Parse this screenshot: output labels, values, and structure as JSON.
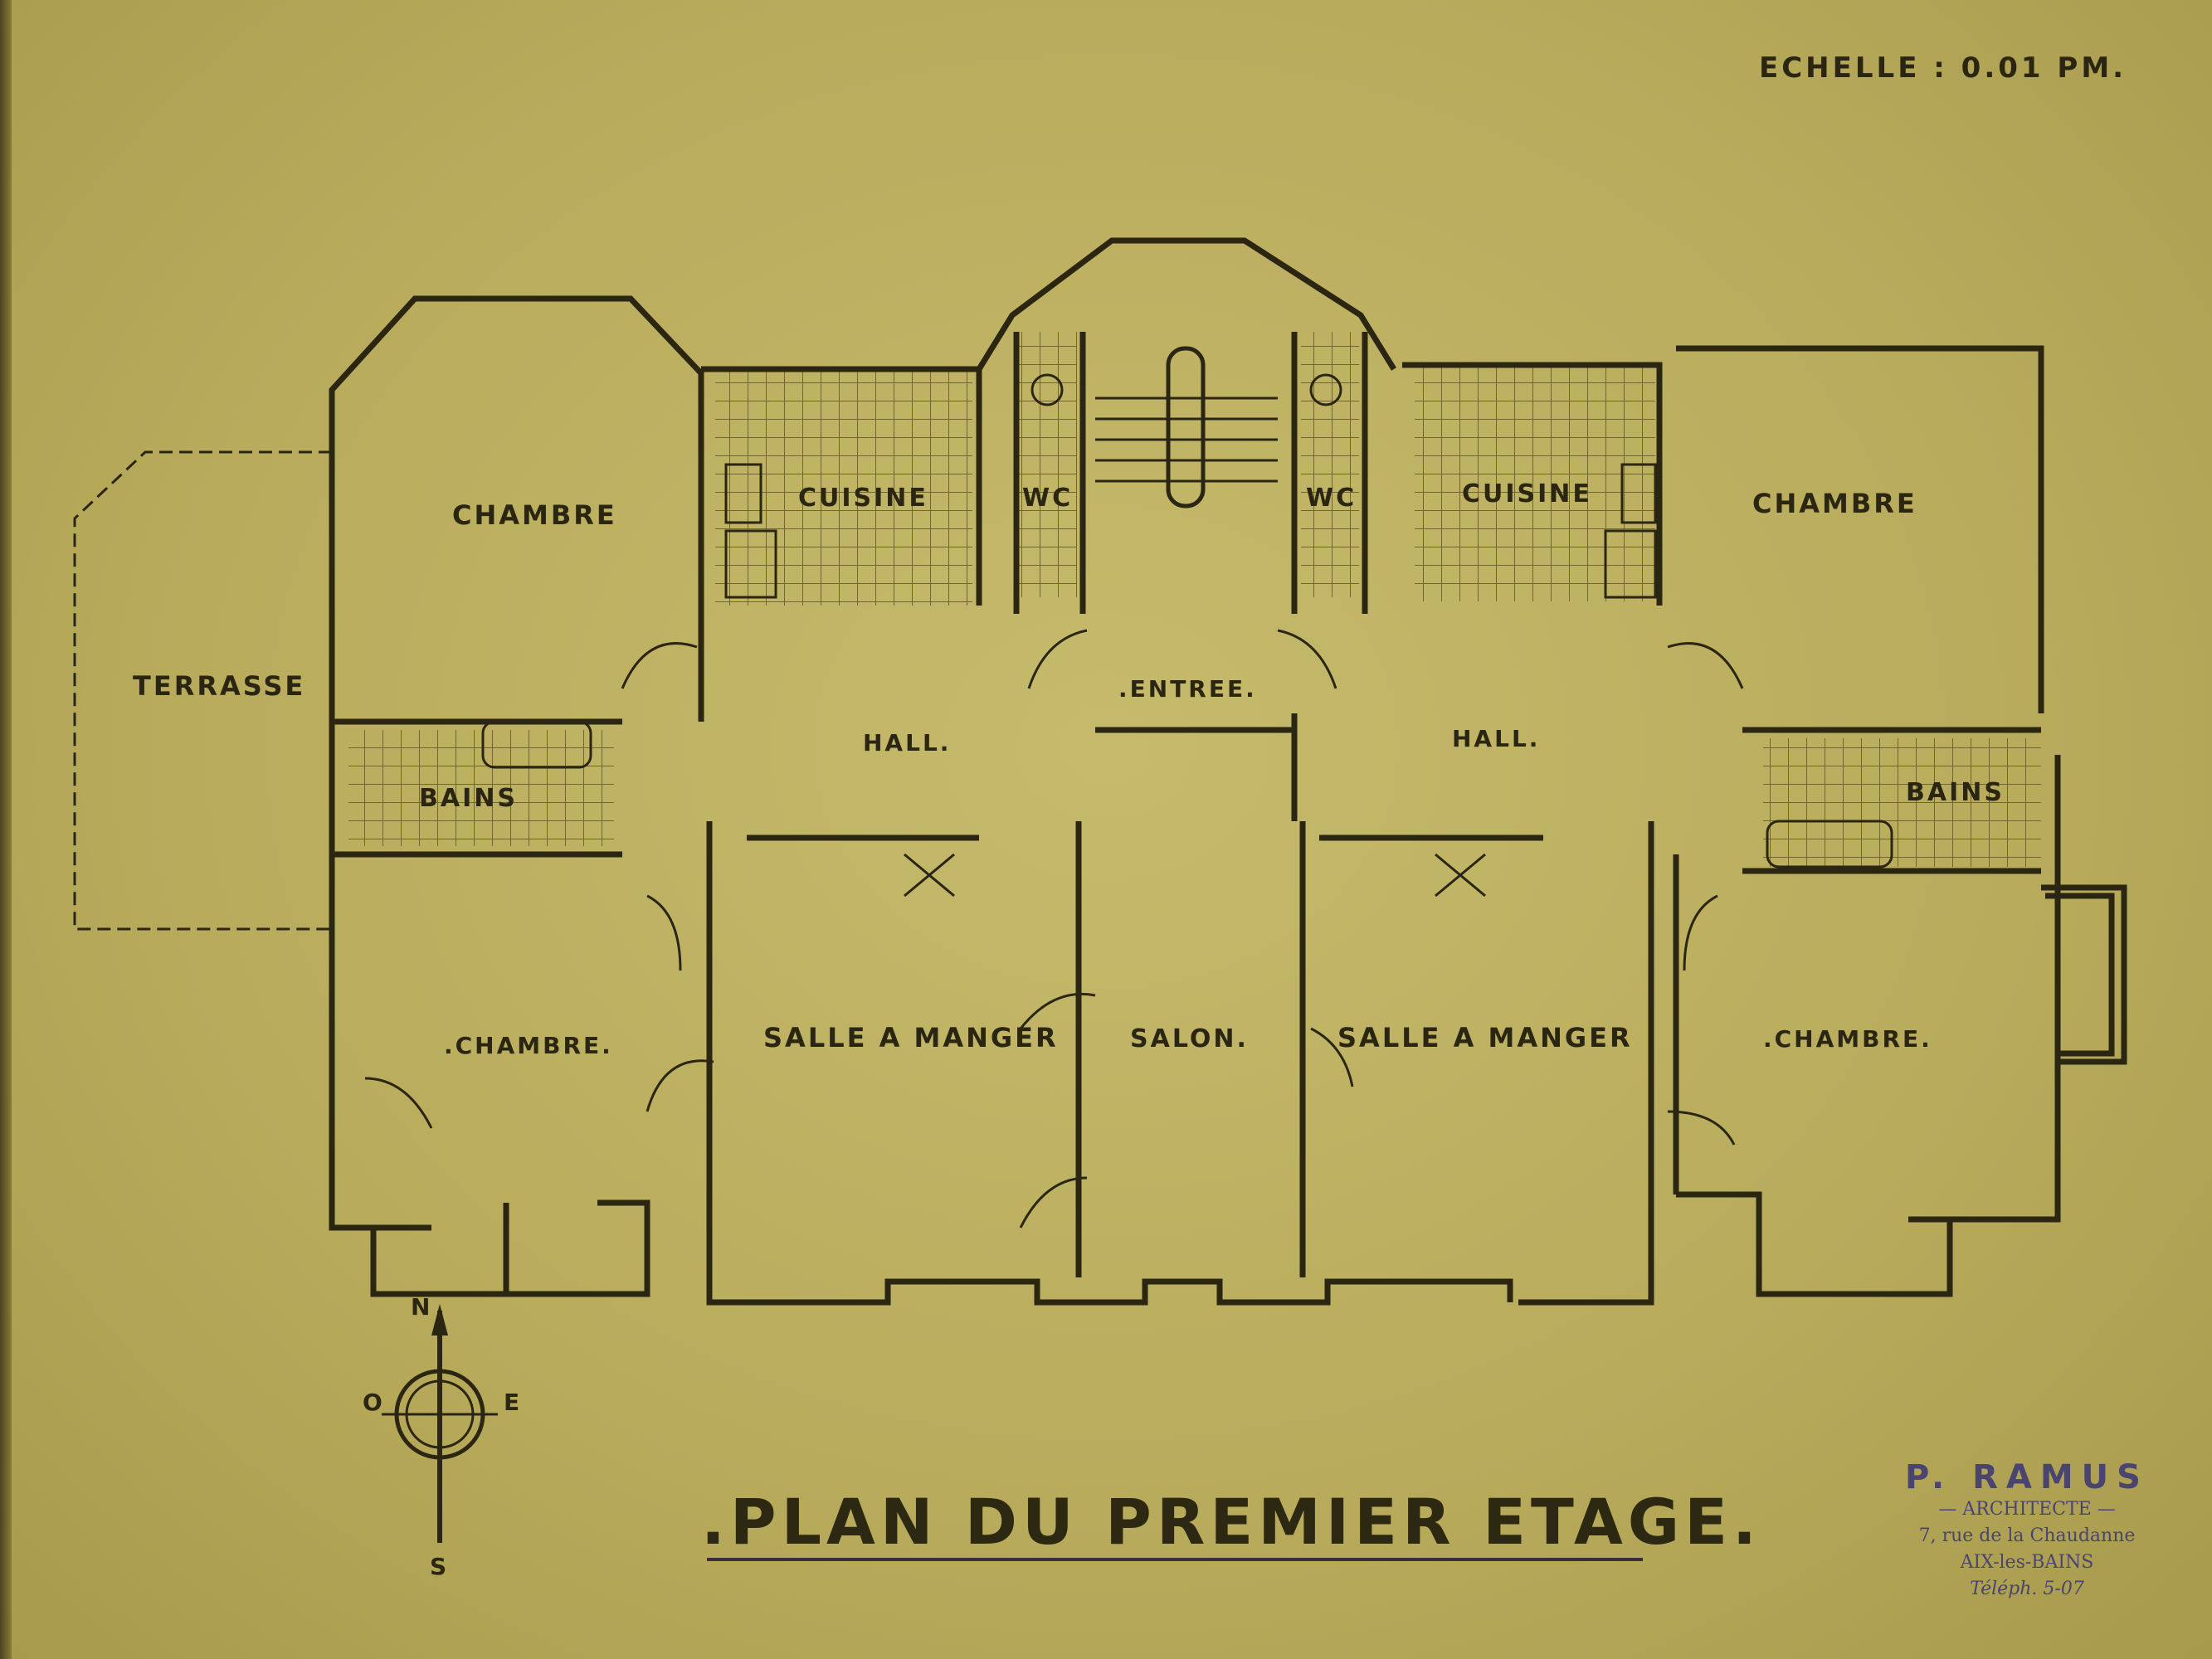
{
  "document": {
    "scale_note": "ECHELLE : 0.01 PM.",
    "title": ".PLAN DU PREMIER ETAGE."
  },
  "rooms": [
    {
      "id": "terrasse",
      "label": "TERRASSE"
    },
    {
      "id": "chambre-nw",
      "label": "CHAMBRE"
    },
    {
      "id": "cuisine-left",
      "label": "CUISINE"
    },
    {
      "id": "wc-left",
      "label": "WC"
    },
    {
      "id": "wc-right",
      "label": "WC"
    },
    {
      "id": "cuisine-right",
      "label": "CUISINE"
    },
    {
      "id": "chambre-ne",
      "label": "CHAMBRE"
    },
    {
      "id": "entree",
      "label": ".ENTREE."
    },
    {
      "id": "hall-left",
      "label": "HALL."
    },
    {
      "id": "hall-right",
      "label": "HALL."
    },
    {
      "id": "bains-left",
      "label": "BAINS"
    },
    {
      "id": "bains-right",
      "label": "BAINS"
    },
    {
      "id": "chambre-sw",
      "label": ".CHAMBRE."
    },
    {
      "id": "salle-left",
      "label": "SALLE A MANGER"
    },
    {
      "id": "salon",
      "label": "SALON."
    },
    {
      "id": "salle-right",
      "label": "SALLE A MANGER"
    },
    {
      "id": "chambre-se",
      "label": ".CHAMBRE."
    }
  ],
  "compass": {
    "north": "N",
    "south": "S",
    "east": "E",
    "west": "O"
  },
  "architect": {
    "name": "P. RAMUS",
    "title": "— ARCHITECTE —",
    "address": "7, rue de la Chaudanne",
    "city": "AIX-les-BAINS",
    "phone": "Téléph. 5-07"
  },
  "colors": {
    "paper": "#bcb062",
    "ink": "#2b2612",
    "stamp": "#4a4470",
    "tile": "#8f8446"
  }
}
